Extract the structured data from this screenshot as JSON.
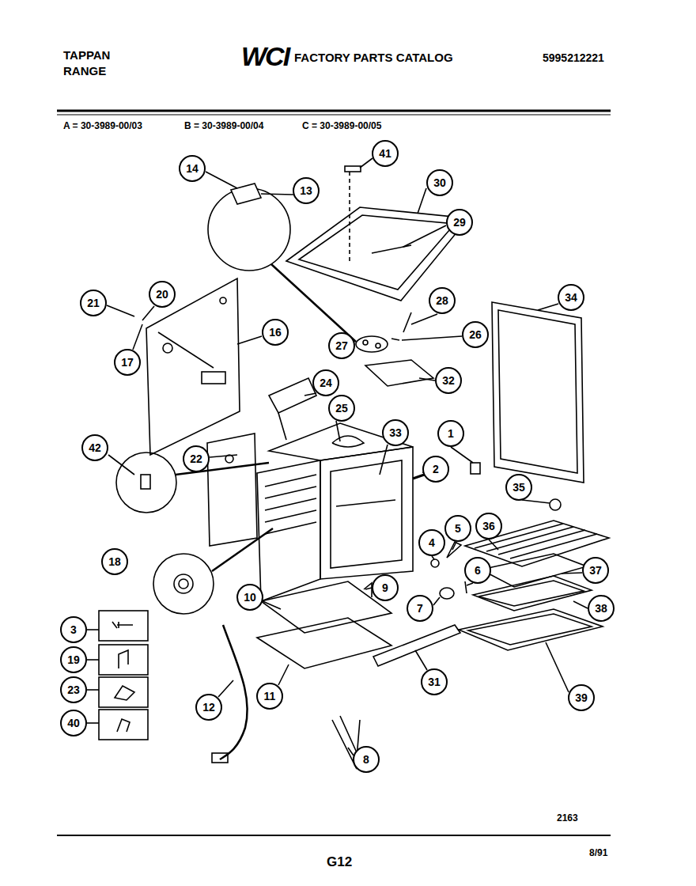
{
  "diagram": {
    "title": "FACTORY PARTS CATALOG",
    "nodes": [
      {
        "text": [
          "41"
        ]
      },
      {
        "text": [
          "14"
        ]
      },
      {
        "text": [
          "30"
        ]
      },
      {
        "text": [
          "13"
        ]
      },
      {
        "text": [
          "29"
        ]
      },
      {
        "text": [
          "20"
        ]
      },
      {
        "text": [
          "34"
        ]
      },
      {
        "text": [
          "21"
        ]
      },
      {
        "text": [
          "28"
        ]
      },
      {
        "text": [
          "16"
        ]
      },
      {
        "text": [
          "26"
        ]
      },
      {
        "text": [
          "27"
        ]
      },
      {
        "text": [
          "17"
        ]
      },
      {
        "text": [
          "32"
        ]
      },
      {
        "text": [
          "24"
        ]
      },
      {
        "text": [
          "25"
        ]
      },
      {
        "text": [
          "33"
        ]
      },
      {
        "text": [
          "1"
        ]
      },
      {
        "text": [
          "42"
        ]
      },
      {
        "text": [
          "22"
        ]
      },
      {
        "text": [
          "2"
        ]
      },
      {
        "text": [
          "35"
        ]
      },
      {
        "text": [
          "36"
        ]
      },
      {
        "text": [
          "5"
        ]
      },
      {
        "text": [
          "4"
        ]
      },
      {
        "text": [
          "18"
        ]
      },
      {
        "text": [
          "6"
        ]
      },
      {
        "text": [
          "37"
        ]
      },
      {
        "text": [
          "9"
        ]
      },
      {
        "text": [
          "10"
        ]
      },
      {
        "text": [
          "7"
        ]
      },
      {
        "text": [
          "38"
        ]
      },
      {
        "text": [
          "3"
        ]
      },
      {
        "text": [
          "19"
        ]
      },
      {
        "text": [
          "31"
        ]
      },
      {
        "text": [
          "23"
        ]
      },
      {
        "text": [
          "11"
        ]
      },
      {
        "text": [
          "39"
        ]
      },
      {
        "text": [
          "12"
        ]
      },
      {
        "text": [
          "40"
        ]
      },
      {
        "text": [
          "8"
        ]
      }
    ],
    "labels": [
      "TAPPAN",
      "RANGE",
      "WCI",
      "5995212221",
      "A = 30-3989-00/03",
      "B = 30-3989-00/04",
      "C = 30-3989-00/05",
      "2163",
      "G12",
      "8/91"
    ]
  }
}
